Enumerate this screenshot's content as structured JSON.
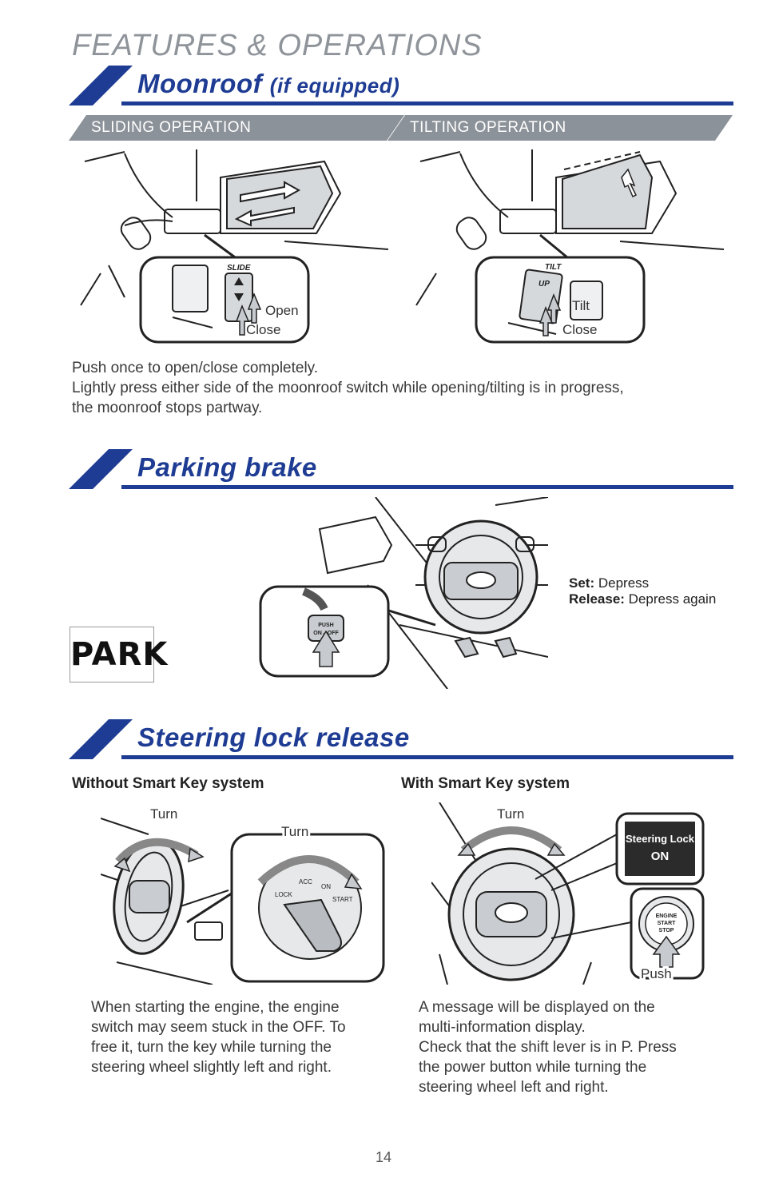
{
  "header": {
    "title": "FEATURES & OPERATIONS"
  },
  "moonroof": {
    "title": "Moonroof",
    "title_suffix": "(if equipped)",
    "sliding_label": "SLIDING OPERATION",
    "tilting_label": "TILTING OPERATION",
    "sliding_callouts": {
      "switch": "SLIDE",
      "open": "Open",
      "close": "Close"
    },
    "tilting_callouts": {
      "switch_top": "TILT",
      "switch_up": "UP",
      "tilt": "Tilt",
      "close": "Close"
    },
    "description": [
      "Push once to open/close completely.",
      "Lightly press either side of the moonroof switch while opening/tilting is in progress,",
      "the moonroof stops partway."
    ]
  },
  "parking_brake": {
    "title": "Parking brake",
    "park_indicator": "PARK",
    "pedal_text_1": "PUSH",
    "pedal_text_2": "ON↔OFF",
    "set_label": "Set:",
    "set_text": "Depress",
    "release_label": "Release:",
    "release_text": "Depress again"
  },
  "steering_lock": {
    "title": "Steering lock release",
    "left": {
      "heading": "Without Smart Key system",
      "turn_label_wheel": "Turn",
      "turn_label_key": "Turn",
      "key_positions": [
        "LOCK",
        "ACC",
        "ON",
        "START"
      ],
      "description": [
        "When starting the engine, the engine",
        "switch may seem stuck in the OFF. To",
        "free it, turn the key while turning the",
        "steering wheel slightly left and right."
      ]
    },
    "right": {
      "heading": "With Smart Key system",
      "turn_label": "Turn",
      "display_line1": "Steering Lock",
      "display_line2": "ON",
      "button_lines": [
        "ENGINE",
        "START",
        "STOP"
      ],
      "push_label": "Push",
      "description": [
        "A message will be displayed on the",
        "multi-information display.",
        "Check that the shift lever is in P. Press",
        "the power button while turning the",
        "steering wheel left and right."
      ]
    }
  },
  "footer": {
    "page_number": "14"
  },
  "colors": {
    "brand_blue": "#1e3c93",
    "subhead_gray": "#8c9299",
    "header_gray": "#8f949a"
  }
}
